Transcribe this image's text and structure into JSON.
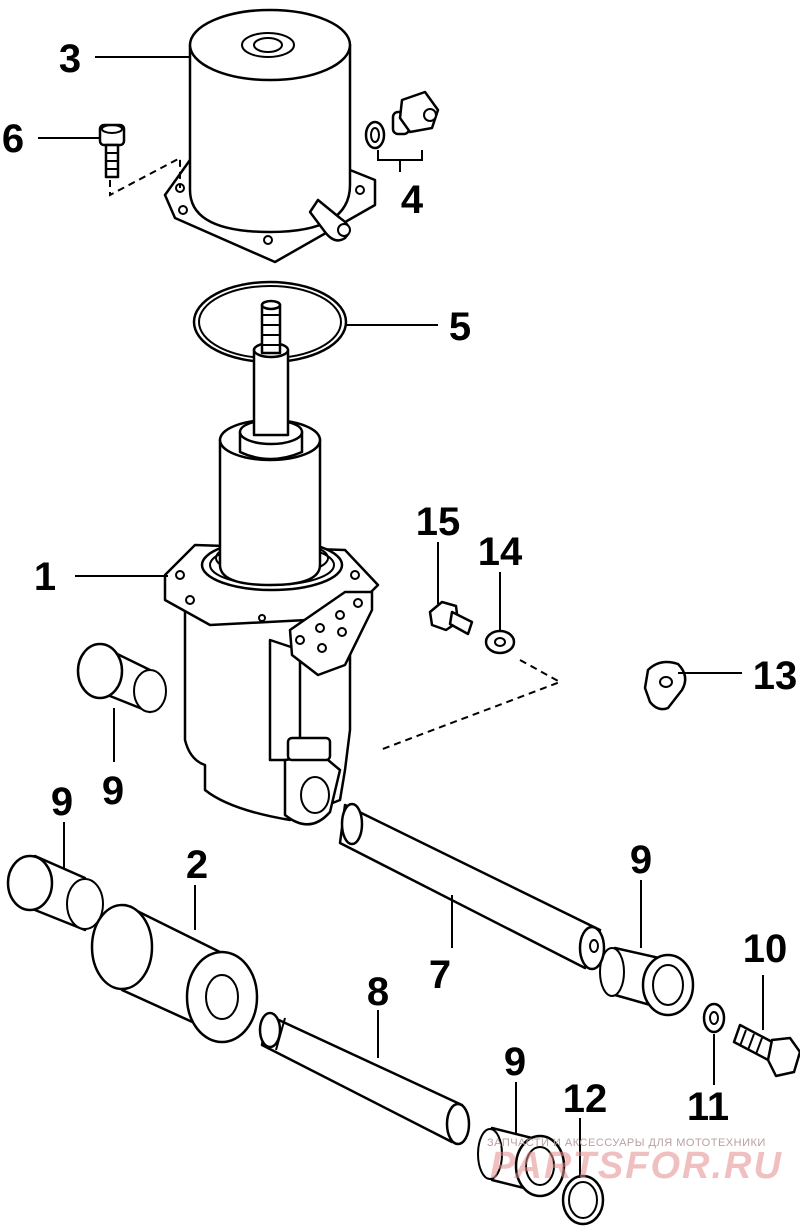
{
  "callouts": {
    "c1": "1",
    "c2": "2",
    "c3": "3",
    "c4": "4",
    "c5": "5",
    "c6": "6",
    "c7": "7",
    "c8": "8",
    "c9a": "9",
    "c9b": "9",
    "c9c": "9",
    "c9d": "9",
    "c10": "10",
    "c11": "11",
    "c12": "12",
    "c13": "13",
    "c14": "14",
    "c15": "15"
  },
  "watermark": {
    "tagline": "ЗАПЧАСТИ И АКСЕССУАРЫ ДЛЯ МОТОТЕХНИКИ",
    "brand": "PARTSFOR.RU",
    "color": "#e38a8a"
  }
}
